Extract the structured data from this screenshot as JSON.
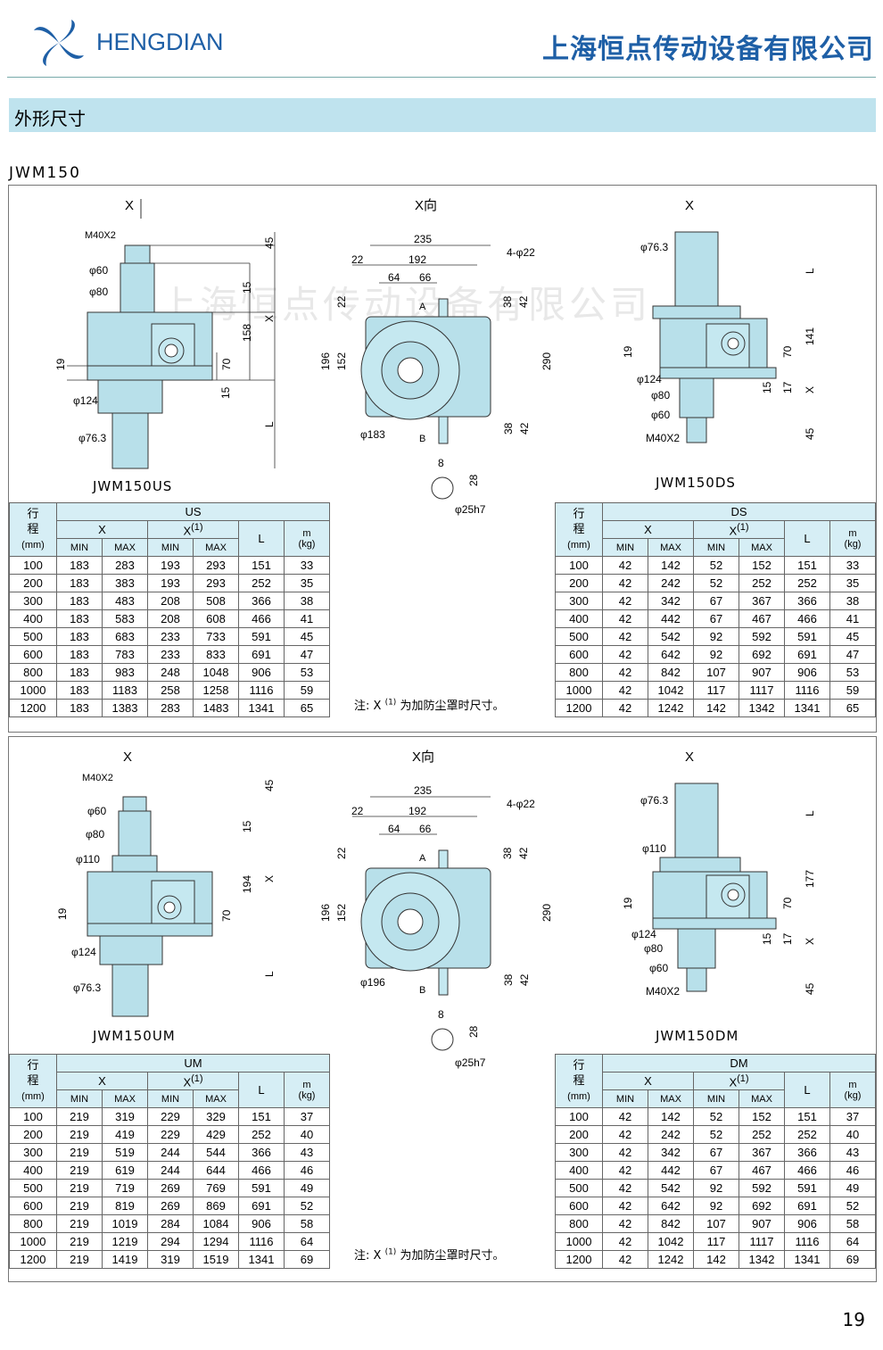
{
  "header": {
    "brand": "HENGDIAN",
    "company": "上海恒点传动设备有限公司",
    "watermark": "上海恒点传动设备有限公司"
  },
  "section_title": "外形尺寸",
  "model": "JWM150",
  "page_number": "19",
  "note_text": "注: X",
  "note_sup": "(1)",
  "note_tail": "为加防尘罩时尺寸。",
  "table_header": {
    "stroke": "行",
    "stroke2": "程",
    "unit": "(mm)",
    "x": "X",
    "x1": "X",
    "x1sup": "(1)",
    "min": "MIN",
    "max": "MAX",
    "l": "L",
    "m": "m",
    "kg": "(kg)"
  },
  "drawings": {
    "us": {
      "caption": "JWM150US",
      "x": "X",
      "m40": "M40X2",
      "d60": "φ60",
      "d80": "φ80",
      "d124": "φ124",
      "d76": "φ76.3",
      "n19": "19",
      "n70": "70",
      "n15": "15",
      "n158": "158",
      "n45": "45",
      "nx": "X",
      "nl": "L"
    },
    "xview": {
      "title": "X向",
      "n235": "235",
      "n22": "22",
      "n192": "192",
      "n64": "64",
      "n66": "66",
      "hole": "4-φ22",
      "a": "A",
      "b": "B",
      "n22v": "22",
      "n38": "38",
      "n42": "42",
      "n196": "196",
      "n152": "152",
      "n290": "290",
      "d183": "φ183",
      "n8": "8",
      "n28": "28",
      "shaft": "φ25h7"
    },
    "ds": {
      "caption": "JWM150DS",
      "x": "X",
      "d76": "φ76.3",
      "d124": "φ124",
      "d80": "φ80",
      "d60": "φ60",
      "m40": "M40X2",
      "n19": "19",
      "n70": "70",
      "n141": "141",
      "n15": "15",
      "n17": "17",
      "nx": "X",
      "nl": "L",
      "n45": "45"
    },
    "um": {
      "caption": "JWM150UM",
      "x": "X",
      "m40": "M40X2",
      "d60": "φ60",
      "d80": "φ80",
      "d110": "φ110",
      "d124": "φ124",
      "d76": "φ76.3",
      "n19": "19",
      "n70": "70",
      "n15": "15",
      "n194": "194",
      "n45": "45",
      "nx": "X",
      "nl": "L"
    },
    "xview2": {
      "title": "X向",
      "n235": "235",
      "n22": "22",
      "n192": "192",
      "n64": "64",
      "n66": "66",
      "hole": "4-φ22",
      "a": "A",
      "b": "B",
      "n22v": "22",
      "n38": "38",
      "n42": "42",
      "n196": "196",
      "n152": "152",
      "n290": "290",
      "d196": "φ196",
      "n8": "8",
      "n28": "28",
      "shaft": "φ25h7"
    },
    "dm": {
      "caption": "JWM150DM",
      "x": "X",
      "d76": "φ76.3",
      "d110": "φ110",
      "d124": "φ124",
      "d80": "φ80",
      "d60": "φ60",
      "m40": "M40X2",
      "n19": "19",
      "n70": "70",
      "n177": "177",
      "n15": "15",
      "n17": "17",
      "nx": "X",
      "nl": "L",
      "n45": "45"
    }
  },
  "tables": {
    "us": {
      "title": "US",
      "rows": [
        [
          "100",
          "183",
          "283",
          "193",
          "293",
          "151",
          "33"
        ],
        [
          "200",
          "183",
          "383",
          "193",
          "293",
          "252",
          "35"
        ],
        [
          "300",
          "183",
          "483",
          "208",
          "508",
          "366",
          "38"
        ],
        [
          "400",
          "183",
          "583",
          "208",
          "608",
          "466",
          "41"
        ],
        [
          "500",
          "183",
          "683",
          "233",
          "733",
          "591",
          "45"
        ],
        [
          "600",
          "183",
          "783",
          "233",
          "833",
          "691",
          "47"
        ],
        [
          "800",
          "183",
          "983",
          "248",
          "1048",
          "906",
          "53"
        ],
        [
          "1000",
          "183",
          "1183",
          "258",
          "1258",
          "1116",
          "59"
        ],
        [
          "1200",
          "183",
          "1383",
          "283",
          "1483",
          "1341",
          "65"
        ]
      ]
    },
    "ds": {
      "title": "DS",
      "rows": [
        [
          "100",
          "42",
          "142",
          "52",
          "152",
          "151",
          "33"
        ],
        [
          "200",
          "42",
          "242",
          "52",
          "252",
          "252",
          "35"
        ],
        [
          "300",
          "42",
          "342",
          "67",
          "367",
          "366",
          "38"
        ],
        [
          "400",
          "42",
          "442",
          "67",
          "467",
          "466",
          "41"
        ],
        [
          "500",
          "42",
          "542",
          "92",
          "592",
          "591",
          "45"
        ],
        [
          "600",
          "42",
          "642",
          "92",
          "692",
          "691",
          "47"
        ],
        [
          "800",
          "42",
          "842",
          "107",
          "907",
          "906",
          "53"
        ],
        [
          "1000",
          "42",
          "1042",
          "117",
          "1117",
          "1116",
          "59"
        ],
        [
          "1200",
          "42",
          "1242",
          "142",
          "1342",
          "1341",
          "65"
        ]
      ]
    },
    "um": {
      "title": "UM",
      "rows": [
        [
          "100",
          "219",
          "319",
          "229",
          "329",
          "151",
          "37"
        ],
        [
          "200",
          "219",
          "419",
          "229",
          "429",
          "252",
          "40"
        ],
        [
          "300",
          "219",
          "519",
          "244",
          "544",
          "366",
          "43"
        ],
        [
          "400",
          "219",
          "619",
          "244",
          "644",
          "466",
          "46"
        ],
        [
          "500",
          "219",
          "719",
          "269",
          "769",
          "591",
          "49"
        ],
        [
          "600",
          "219",
          "819",
          "269",
          "869",
          "691",
          "52"
        ],
        [
          "800",
          "219",
          "1019",
          "284",
          "1084",
          "906",
          "58"
        ],
        [
          "1000",
          "219",
          "1219",
          "294",
          "1294",
          "1116",
          "64"
        ],
        [
          "1200",
          "219",
          "1419",
          "319",
          "1519",
          "1341",
          "69"
        ]
      ]
    },
    "dm": {
      "title": "DM",
      "rows": [
        [
          "100",
          "42",
          "142",
          "52",
          "152",
          "151",
          "37"
        ],
        [
          "200",
          "42",
          "242",
          "52",
          "252",
          "252",
          "40"
        ],
        [
          "300",
          "42",
          "342",
          "67",
          "367",
          "366",
          "43"
        ],
        [
          "400",
          "42",
          "442",
          "67",
          "467",
          "466",
          "46"
        ],
        [
          "500",
          "42",
          "542",
          "92",
          "592",
          "591",
          "49"
        ],
        [
          "600",
          "42",
          "642",
          "92",
          "692",
          "691",
          "52"
        ],
        [
          "800",
          "42",
          "842",
          "107",
          "907",
          "906",
          "58"
        ],
        [
          "1000",
          "42",
          "1042",
          "117",
          "1117",
          "1116",
          "64"
        ],
        [
          "1200",
          "42",
          "1242",
          "142",
          "1342",
          "1341",
          "69"
        ]
      ]
    }
  }
}
